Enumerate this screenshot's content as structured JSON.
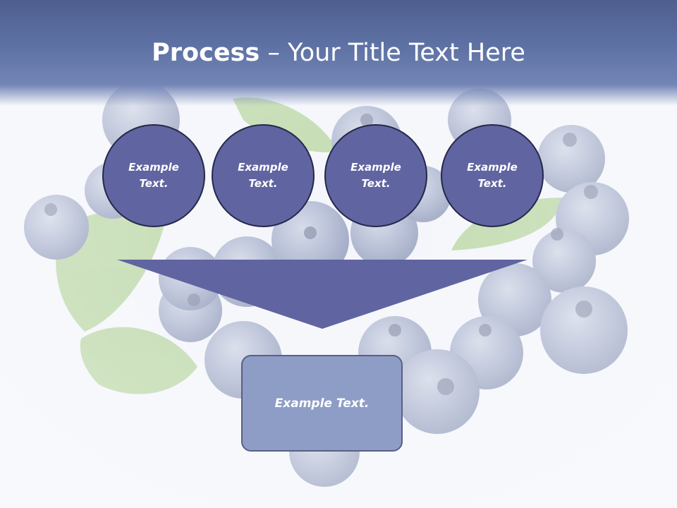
{
  "title": {
    "bold": "Process",
    "rest": " – Your Title Text Here"
  },
  "circles": [
    {
      "line1": "Example",
      "line2": "Text."
    },
    {
      "line1": "Example",
      "line2": "Text."
    },
    {
      "line1": "Example",
      "line2": "Text."
    },
    {
      "line1": "Example",
      "line2": "Text."
    }
  ],
  "result_box": {
    "label": "Example Text."
  },
  "colors": {
    "header": "#5f72a5",
    "circle_fill": "#6064a0",
    "arrow_fill": "#6064a0",
    "box_fill": "#8e9dc5"
  }
}
